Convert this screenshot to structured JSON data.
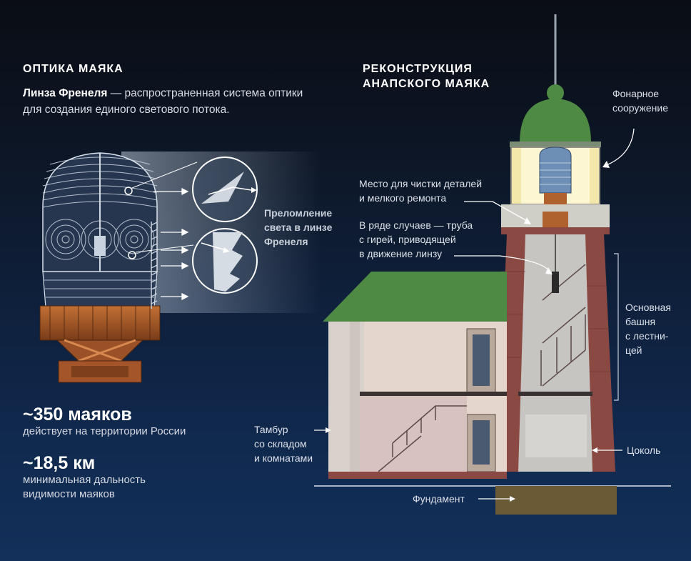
{
  "left": {
    "heading": "ОПТИКА МАЯКА",
    "intro_bold": "Линза Френеля",
    "intro_rest": " — распространенная система оптики для создания единого светового потока.",
    "refraction_label": [
      "Преломление",
      "света в линзе",
      "Френеля"
    ],
    "stats": [
      {
        "value": "~350 маяков",
        "caption": [
          "действует на территории России"
        ]
      },
      {
        "value": "~18,5 км",
        "caption": [
          "минимальная дальность",
          "видимости маяков"
        ]
      }
    ]
  },
  "right": {
    "heading": [
      "РЕКОНСТРУКЦИЯ",
      "АНАПСКОГО МАЯКА"
    ],
    "labels": {
      "lantern": [
        "Фонарное",
        "сооружение"
      ],
      "cleaning": [
        "Место для чистки деталей",
        "и мелкого ремонта"
      ],
      "pipe": [
        "В ряде случаев — труба",
        "с гирей, приводящей",
        "в движение линзу"
      ],
      "tower": [
        "Основная",
        "башня",
        "с лестни-",
        "цей"
      ],
      "vestibule": [
        "Тамбур",
        "со складом",
        "и комнатами"
      ],
      "plinth": "Цоколь",
      "foundation": "Фундамент"
    }
  },
  "colors": {
    "accent_text": "#ffffff",
    "roof_green": "#4f8a45",
    "brick": "#8a4a43",
    "copper": "#b0622e",
    "foundation": "#6a5a35"
  }
}
